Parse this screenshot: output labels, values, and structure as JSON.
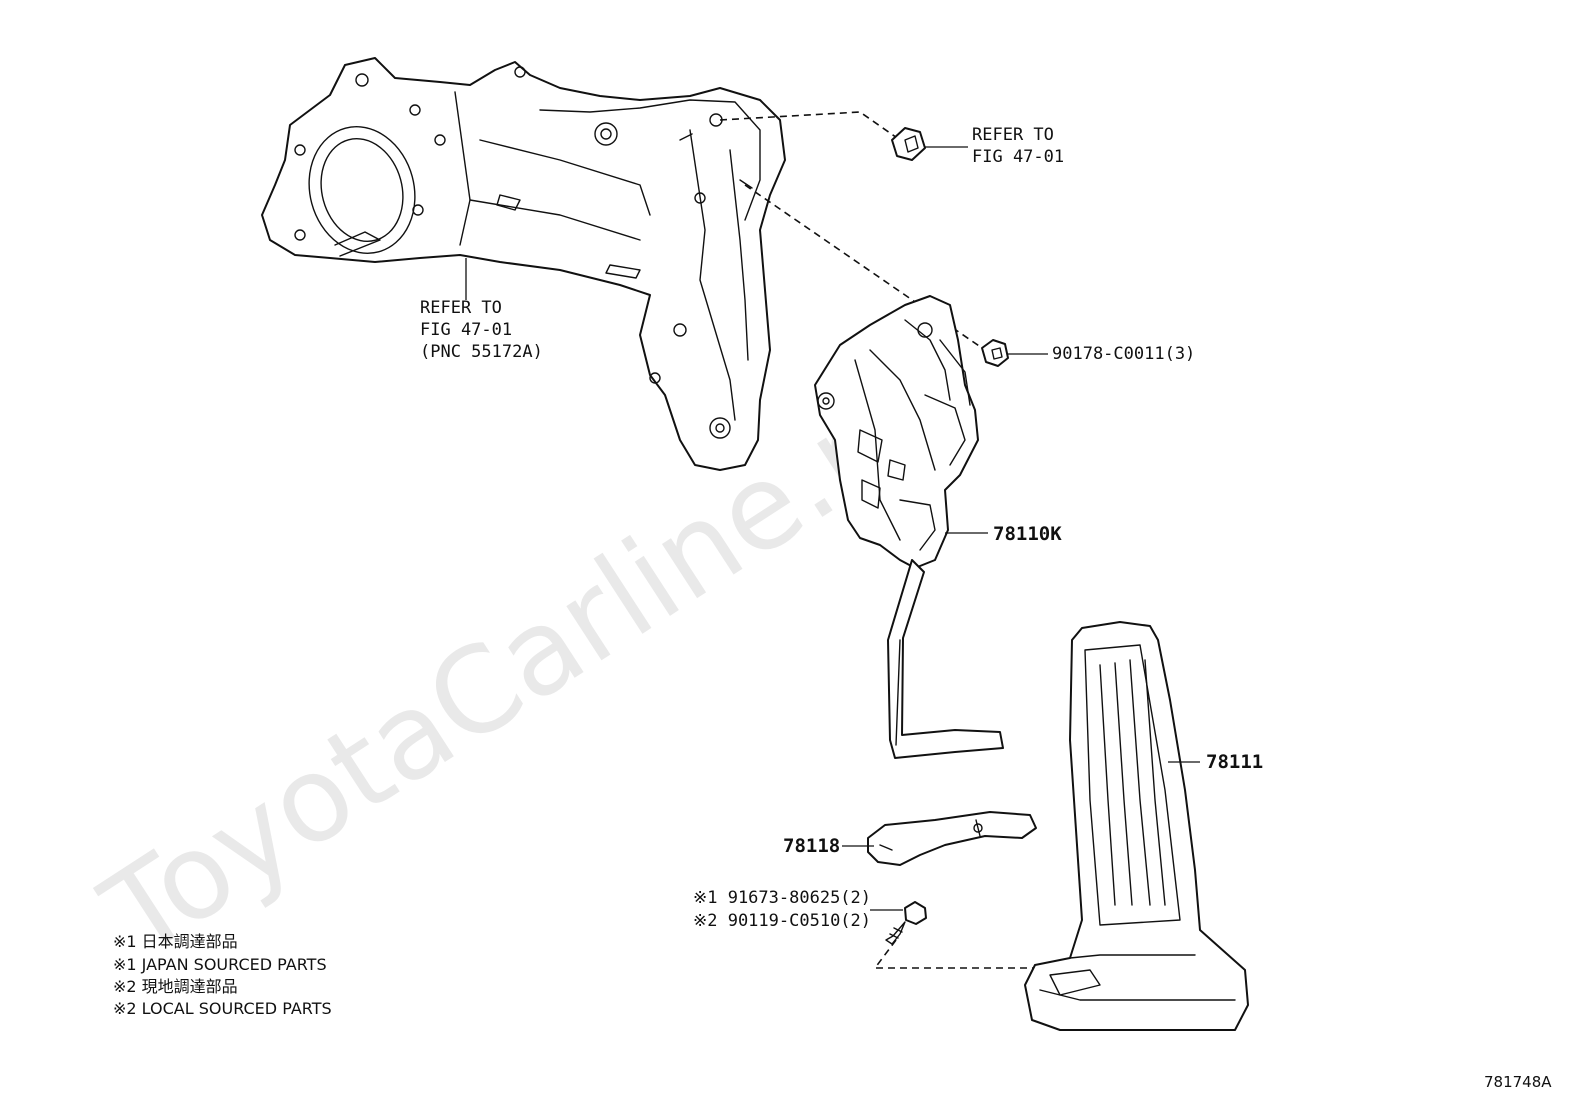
{
  "watermark": "ToyotaCarline.ru",
  "labels": {
    "refer_top_line1": "REFER TO",
    "refer_top_line2": "FIG 47-01",
    "refer_left_line1": "REFER TO",
    "refer_left_line2": "FIG 47-01",
    "refer_left_line3": "(PNC 55172A)",
    "nut_part": "90178-C0011(3)",
    "pedal_assembly": "78110K",
    "pedal_pad": "78111",
    "bracket_cover": "78118",
    "bolt_part_1": "※1 91673-80625(2)",
    "bolt_part_2": "※2 90119-C0510(2)"
  },
  "notes": [
    "※1 日本調達部品",
    "※1 JAPAN SOURCED PARTS",
    "※2 現地調達部品",
    "※2 LOCAL SOURCED PARTS"
  ],
  "figure_code": "781748A"
}
